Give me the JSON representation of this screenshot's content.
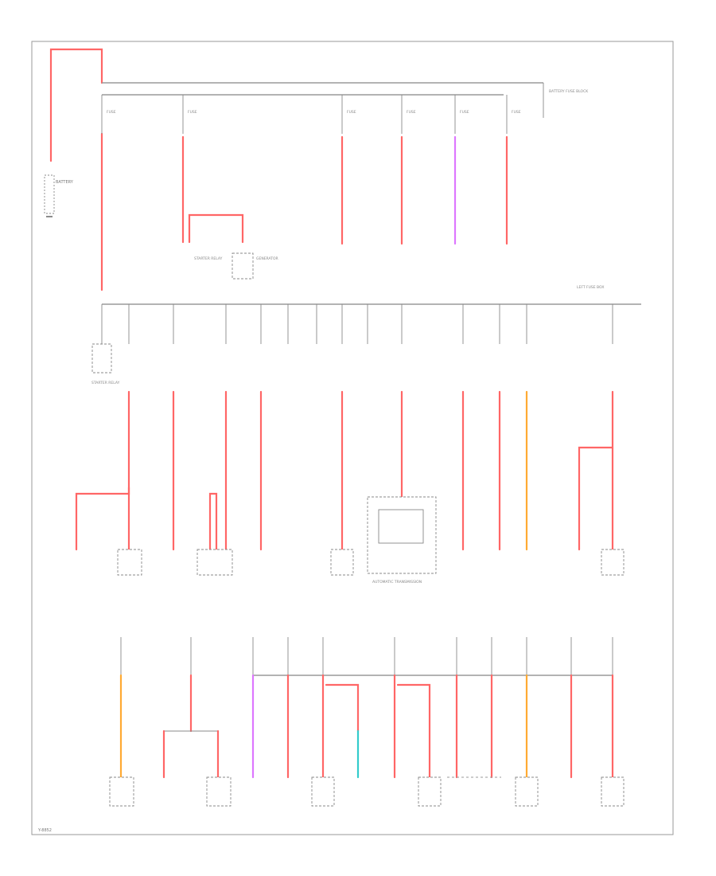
{
  "labels": {
    "battery": "BATTERY",
    "battery_fuse_block": "BATTERY FUSE BLOCK",
    "starter_relay_ref": "STARTER RELAY",
    "generator": "GENERATOR",
    "left_fuse_box": "LEFT FUSE BOX",
    "starter_relay": "STARTER RELAY",
    "automatic_transmission": "AUTOMATIC TRANSMISSION",
    "footer_code": "Y-8852"
  },
  "colors": {
    "power": "#ff6666",
    "orange": "#ffaa33",
    "violet": "#dd77ff",
    "cyan": "#33cccc",
    "bus": "#9a9a9a",
    "component_outline": "#888888"
  }
}
